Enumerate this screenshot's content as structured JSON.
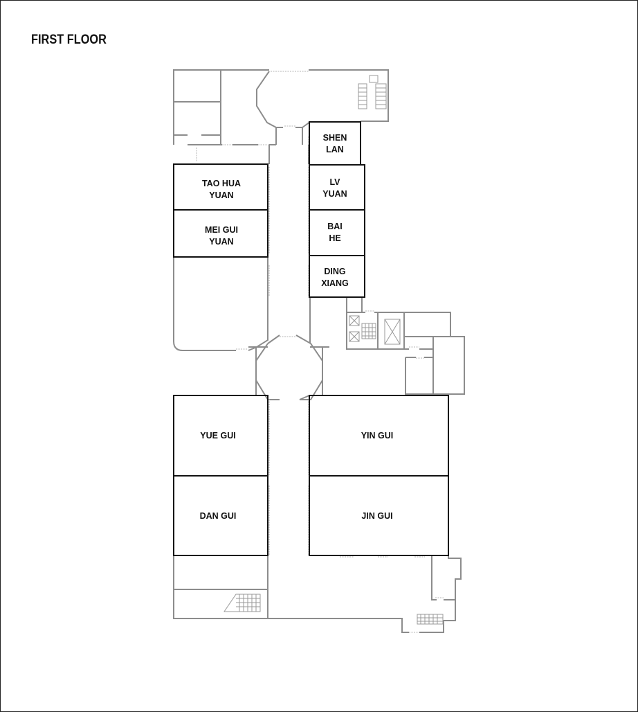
{
  "title": "FIRST FLOOR",
  "rooms": {
    "shen_lan": [
      "SHEN",
      "LAN"
    ],
    "lv_yuan": [
      "LV",
      "YUAN"
    ],
    "bai_he": [
      "BAI",
      "HE"
    ],
    "ding_xiang": [
      "DING",
      "XIANG"
    ],
    "tao_hua_yuan": [
      "TAO HUA",
      "YUAN"
    ],
    "mei_gui_yuan": [
      "MEI GUI",
      "YUAN"
    ],
    "yue_gui": "YUE GUI",
    "dan_gui": "DAN GUI",
    "yin_gui": "YIN GUI",
    "jin_gui": "JIN GUI"
  },
  "colors": {
    "wall": "#8c8c8c",
    "room_outline": "#111111"
  }
}
